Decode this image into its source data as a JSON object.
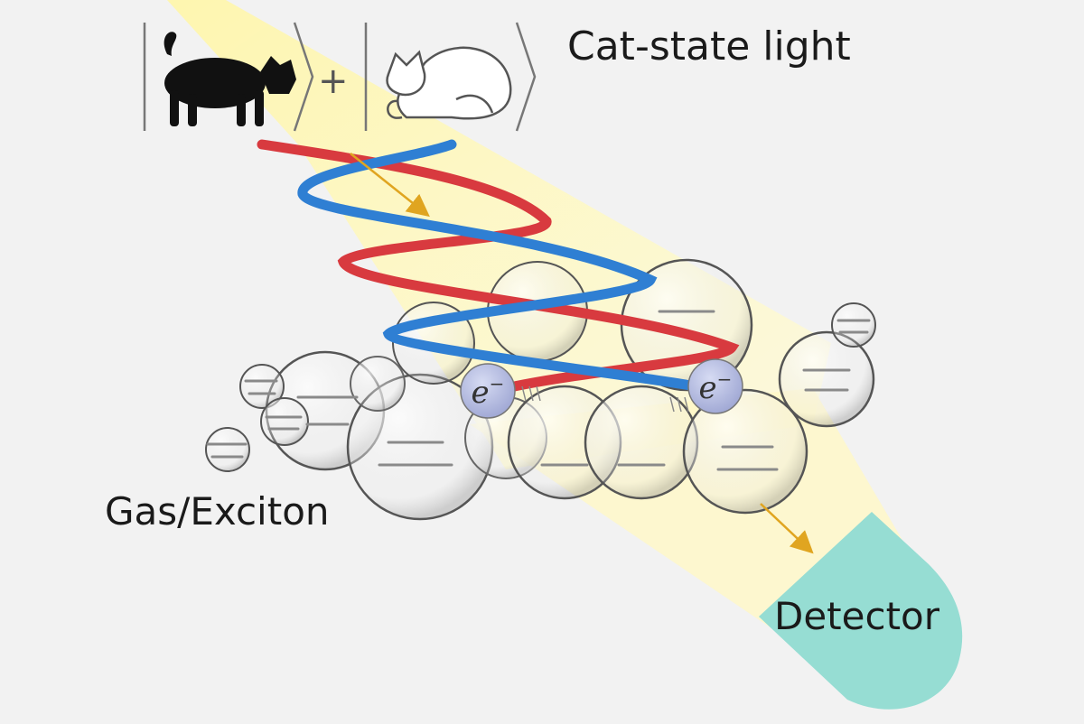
{
  "labels": {
    "cat_state": "Cat-state light",
    "gas": "Gas/Exciton",
    "detector": "Detector",
    "plus": "+",
    "electron_base": "e",
    "electron_sup": "−"
  },
  "colors": {
    "background": "#f2f2f2",
    "beam": "#fff7b0",
    "helix_red": "#d83a3f",
    "helix_blue": "#2f7fd3",
    "electron": "#b8bfe0",
    "detector": "#96ddd3",
    "arrow": "#e0a520",
    "bubble_edge": "#555555"
  },
  "icons": {
    "awake_cat": "black-walking-cat-icon",
    "sleeping_cat": "white-sleeping-cat-icon",
    "detector": "detector-shape"
  }
}
